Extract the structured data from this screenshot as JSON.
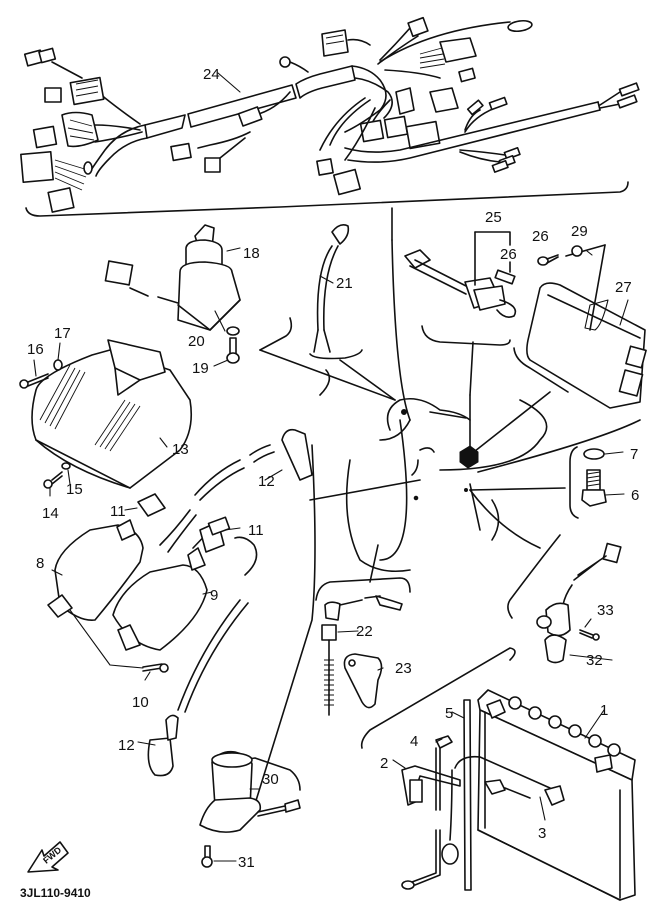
{
  "diagram": {
    "title": "Electrical parts exploded view",
    "diagram_code": "3JL110-9410",
    "direction_marker": "FWD",
    "colors": {
      "ink": "#111111",
      "paper": "#ffffff"
    }
  },
  "callouts": [
    {
      "number": "1",
      "part": "battery"
    },
    {
      "number": "2",
      "part": "battery-band"
    },
    {
      "number": "3",
      "part": "battery-cable-negative"
    },
    {
      "number": "4",
      "part": "battery-cable-positive"
    },
    {
      "number": "5",
      "part": "breather-pipe"
    },
    {
      "number": "6",
      "part": "neutral-switch"
    },
    {
      "number": "7",
      "part": "gasket"
    },
    {
      "number": "8",
      "part": "ignition-coil-1"
    },
    {
      "number": "9",
      "part": "ignition-coil-2"
    },
    {
      "number": "10",
      "part": "coil-bolt"
    },
    {
      "number": "11",
      "part": "coil-holder"
    },
    {
      "number": "12",
      "part": "spark-plug-cap"
    },
    {
      "number": "13",
      "part": "cdi-cover"
    },
    {
      "number": "14",
      "part": "screw"
    },
    {
      "number": "15",
      "part": "washer"
    },
    {
      "number": "16",
      "part": "screw"
    },
    {
      "number": "17",
      "part": "washer"
    },
    {
      "number": "18",
      "part": "main-switch"
    },
    {
      "number": "19",
      "part": "bolt"
    },
    {
      "number": "20",
      "part": "washer"
    },
    {
      "number": "21",
      "part": "oil-level-switch"
    },
    {
      "number": "22",
      "part": "rear-stop-switch"
    },
    {
      "number": "23",
      "part": "switch-bracket"
    },
    {
      "number": "24",
      "part": "wire-harness"
    },
    {
      "number": "25",
      "part": "fuse-holder"
    },
    {
      "number": "26",
      "part": "fuse"
    },
    {
      "number": "26",
      "part": "screw"
    },
    {
      "number": "27",
      "part": "cdi-unit"
    },
    {
      "number": "29",
      "part": "nut"
    },
    {
      "number": "30",
      "part": "starter-relay"
    },
    {
      "number": "31",
      "part": "bolt"
    },
    {
      "number": "32",
      "part": "thermo-switch"
    },
    {
      "number": "33",
      "part": "screw"
    }
  ]
}
